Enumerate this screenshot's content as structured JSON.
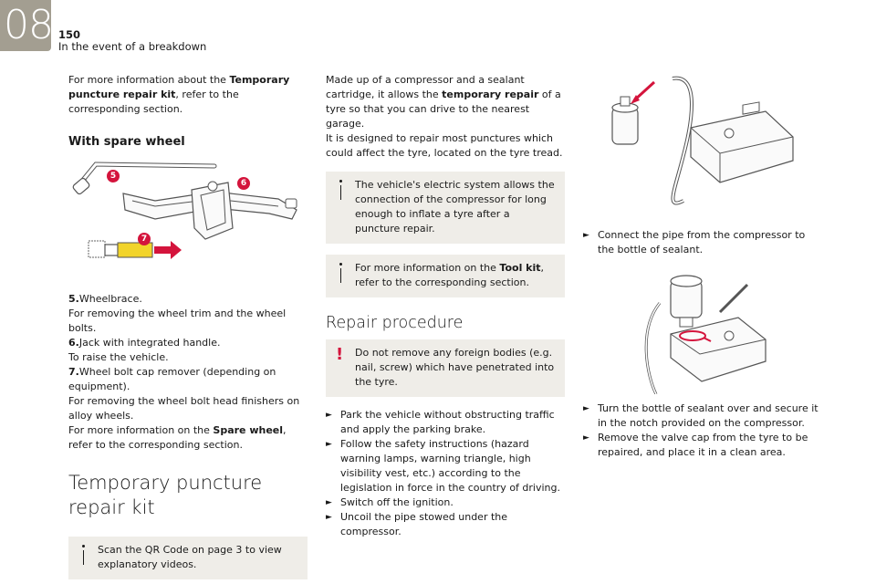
{
  "header": {
    "chapter": "08",
    "page_number": "150",
    "section": "In the event of a breakdown"
  },
  "col1": {
    "intro_a": "For more information about the ",
    "intro_bold": "Temporary puncture repair kit",
    "intro_b": ", refer to the corresponding section.",
    "heading_spare": "With spare wheel",
    "callouts": [
      "5",
      "6",
      "7"
    ],
    "items": [
      {
        "num": "5.",
        "title": "Wheelbrace.",
        "desc": "For removing the wheel trim and the wheel bolts."
      },
      {
        "num": "6.",
        "title": "Jack with integrated handle.",
        "desc": "To raise the vehicle."
      },
      {
        "num": "7.",
        "title": "Wheel bolt cap remover (depending on equipment).",
        "desc": "For removing the wheel bolt head finishers on alloy wheels."
      }
    ],
    "spare_a": "For more information on the ",
    "spare_bold": "Spare wheel",
    "spare_b": ", refer to the corresponding section.",
    "heading_kit": "Temporary puncture repair kit",
    "note_qr": "Scan the QR Code on page 3 to view explanatory videos."
  },
  "col2": {
    "p1_a": "Made up of a compressor and a sealant cartridge, it allows the ",
    "p1_bold": "temporary repair",
    "p1_b": " of a tyre so that you can drive to the nearest garage.",
    "p2": "It is designed to repair most punctures which could affect the tyre, located on the tyre tread.",
    "note_electric": "The vehicle's electric system allows the connection of the compressor for long enough to inflate a tyre after a puncture repair.",
    "note_tool_a": "For more information on the ",
    "note_tool_bold": "Tool kit",
    "note_tool_b": ", refer to the corresponding section.",
    "heading_repair": "Repair procedure",
    "warning": "Do not remove any foreign bodies (e.g. nail, screw) which have penetrated into the tyre.",
    "steps": [
      "Park the vehicle without obstructing traffic and apply the parking brake.",
      "Follow the safety instructions (hazard warning lamps, warning triangle, high visibility vest, etc.) according to the legislation in force in the country of driving.",
      "Switch off the ignition.",
      "Uncoil the pipe stowed under the compressor."
    ]
  },
  "col3": {
    "steps": [
      "Connect the pipe from the compressor to the bottle of sealant.",
      "Turn the bottle of sealant over and secure it in the notch provided on the compressor.",
      "Remove the valve cap from the tyre to be repaired, and place it in a clean area."
    ]
  },
  "icons": {
    "step_arrow": "►",
    "info_icon": "info-icon",
    "warning_icon": "warning-icon",
    "warning_glyph": "!"
  },
  "colors": {
    "chapter_tab": "#a39e91",
    "note_bg": "#efede8",
    "accent_red": "#d4143c",
    "accent_yellow": "#f2d42a"
  }
}
